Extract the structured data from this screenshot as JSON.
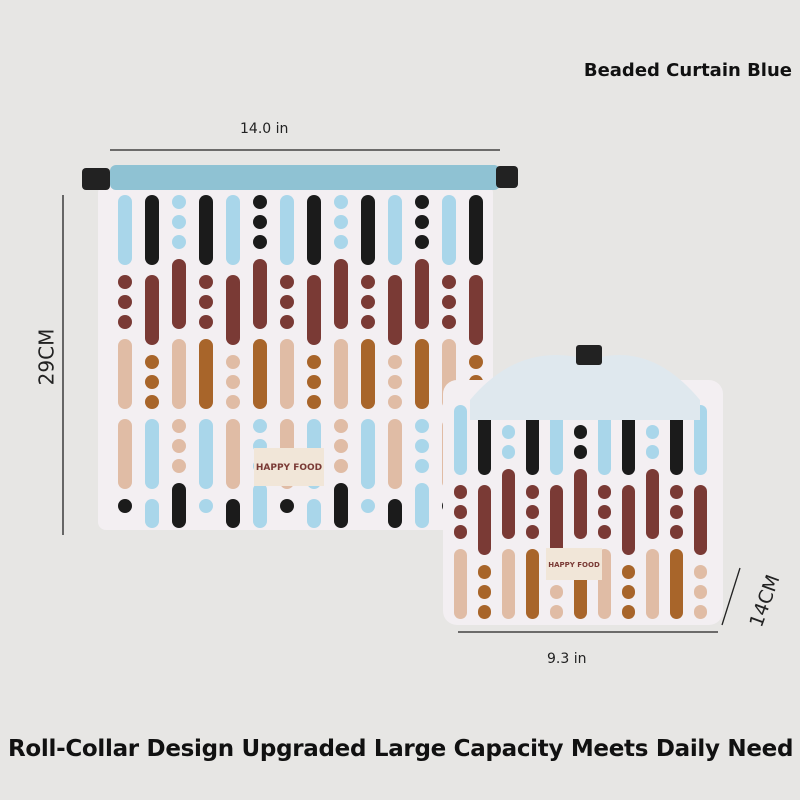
{
  "title": "Beaded Curtain Blue",
  "tagline": "Roll-Collar Design Upgraded Large Capacity Meets Daily Need",
  "dimensions": {
    "large_width": "14.0 in",
    "large_height": "29CM",
    "small_width": "9.3 in",
    "small_depth": "14CM"
  },
  "logo_text": "HAPPY FOOD",
  "colors": {
    "blue": "#a9d6ea",
    "tan": "#e0bca5",
    "brown": "#a8652a",
    "maroon": "#7a3a35",
    "black": "#1b1b1b",
    "strap": "#8fc2d3"
  }
}
